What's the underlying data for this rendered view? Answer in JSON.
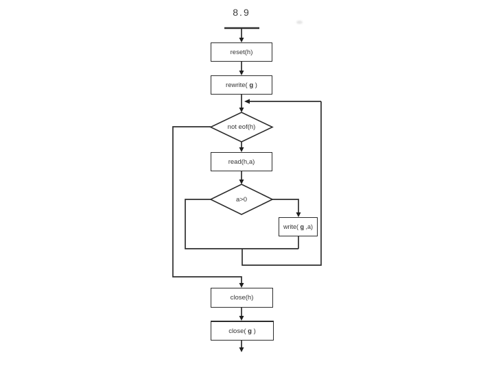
{
  "title": "8.9",
  "colors": {
    "line": "#2d2d2d",
    "arrow": "#1f1f1f",
    "box_border": "#2b2b2b",
    "box_fill": "#ffffff",
    "text": "#333333"
  },
  "nodes": {
    "reset": {
      "label": "reset(h)"
    },
    "rewrite": {
      "prefix": "rewrite( ",
      "filevar": "g",
      "suffix": " )"
    },
    "not_eof": {
      "label": "not eof(h)"
    },
    "read": {
      "label": "read(h,a)"
    },
    "a_positive": {
      "label": "a>0"
    },
    "write": {
      "prefix": "write( ",
      "filevar": "g",
      "suffix": " ,a)"
    },
    "close_h": {
      "label": "close(h)"
    },
    "close_g": {
      "prefix": "close( ",
      "filevar": "g",
      "suffix": " )"
    }
  }
}
